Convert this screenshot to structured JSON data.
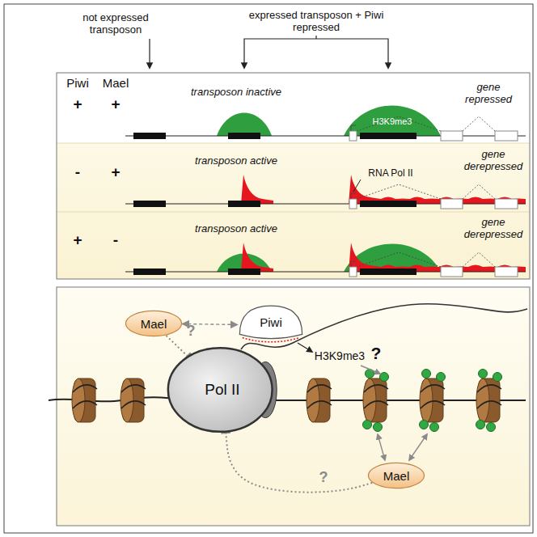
{
  "diagram": {
    "nodes": [
      {
        "text": [
          "Mael"
        ]
      },
      {
        "text": [
          "Piwi"
        ]
      },
      {
        "text": [
          "Pol II"
        ]
      },
      {
        "text": [
          "Mael"
        ]
      }
    ],
    "edges": [
      {
        "from": 0,
        "to": 1,
        "arrow": "both"
      },
      {
        "from": 0,
        "to": 2,
        "arrow": "to",
        "label": "?"
      },
      {
        "from": 3,
        "to": 2,
        "arrow": "to",
        "label": "?"
      }
    ],
    "labels": [
      "not expressed transposon",
      "expressed transposon + Piwi repressed",
      "Piwi",
      "Mael",
      "+",
      "+",
      "transposon inactive",
      "H3K9me3",
      "gene repressed",
      "-",
      "+",
      "transposon active",
      "RNA Pol II",
      "gene derepressed",
      "+",
      "-",
      "transposon active",
      "gene derepressed",
      "H3K9me3",
      "?"
    ]
  }
}
